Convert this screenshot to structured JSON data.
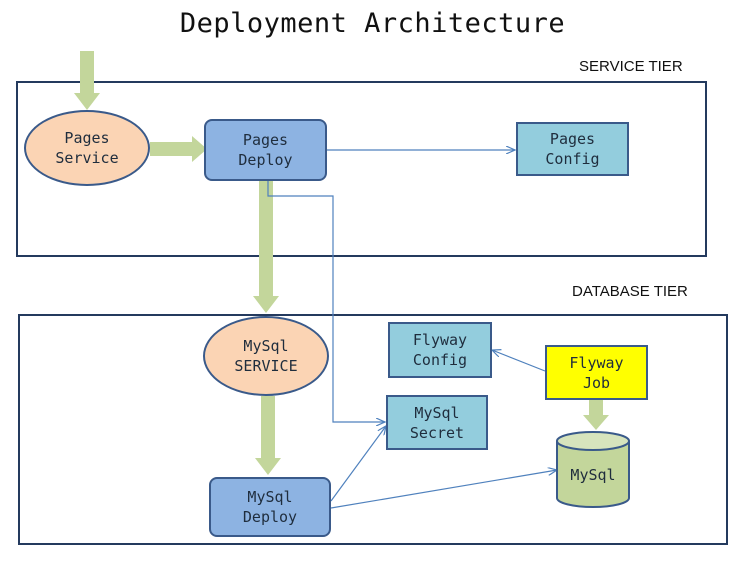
{
  "diagram": {
    "title": "Deployment Architecture",
    "tiers": [
      {
        "id": "service",
        "label": "SERVICE TIER"
      },
      {
        "id": "database",
        "label": "DATABASE TIER"
      }
    ],
    "nodes": [
      {
        "id": "pages-service",
        "shape": "ellipse",
        "label": "Pages\nService"
      },
      {
        "id": "pages-deploy",
        "shape": "rounded-rect",
        "label": "Pages\nDeploy"
      },
      {
        "id": "pages-config",
        "shape": "rect",
        "label": "Pages\nConfig"
      },
      {
        "id": "mysql-service",
        "shape": "ellipse",
        "label": "MySql\nSERVICE"
      },
      {
        "id": "flyway-config",
        "shape": "rect",
        "label": "Flyway\nConfig"
      },
      {
        "id": "flyway-job",
        "shape": "rect",
        "label": "Flyway\nJob"
      },
      {
        "id": "mysql-secret",
        "shape": "rect",
        "label": "MySql\nSecret"
      },
      {
        "id": "mysql-db",
        "shape": "cylinder",
        "label": "MySql"
      },
      {
        "id": "mysql-deploy",
        "shape": "rounded-rect",
        "label": "MySql\nDeploy"
      }
    ],
    "edges": [
      {
        "from": "external",
        "to": "pages-service",
        "style": "thick"
      },
      {
        "from": "pages-service",
        "to": "pages-deploy",
        "style": "thick"
      },
      {
        "from": "pages-deploy",
        "to": "mysql-service",
        "style": "thick"
      },
      {
        "from": "mysql-service",
        "to": "mysql-deploy",
        "style": "thick"
      },
      {
        "from": "flyway-job",
        "to": "mysql-db",
        "style": "thick"
      },
      {
        "from": "pages-deploy",
        "to": "pages-config",
        "style": "thin"
      },
      {
        "from": "pages-deploy",
        "to": "mysql-secret",
        "style": "thin"
      },
      {
        "from": "flyway-job",
        "to": "flyway-config",
        "style": "thin"
      },
      {
        "from": "mysql-deploy",
        "to": "mysql-secret",
        "style": "thin"
      },
      {
        "from": "mysql-deploy",
        "to": "mysql-db",
        "style": "thin"
      }
    ],
    "colors": {
      "frame": "#243a5e",
      "ellipse_fill": "#fbd4b4",
      "deploy_fill": "#8db3e2",
      "config_fill": "#93cddd",
      "job_fill": "#ffff00",
      "db_fill": "#c3d69b",
      "thick_arrow": "#c3d69b",
      "thin_arrow": "#4f81bd"
    }
  }
}
